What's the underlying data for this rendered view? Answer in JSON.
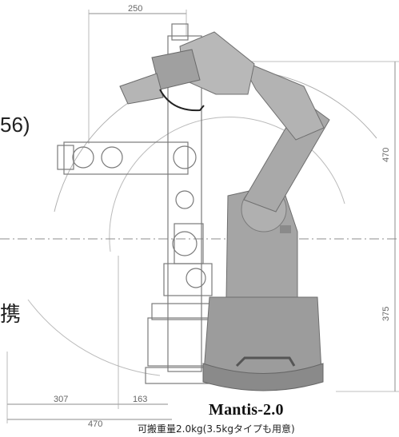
{
  "dimensions": {
    "top_width": "250",
    "upper_height": "470",
    "lower_height": "375",
    "reach_left": "307",
    "base_half": "163",
    "total_bottom": "470"
  },
  "captions": {
    "model": "Mantis-2.0",
    "subtitle": "可搬重量2.0kg(3.5kgタイプも用意)"
  },
  "side_fragments": {
    "left_upper": "56)",
    "left_lower": "携"
  },
  "colors": {
    "robot_body": "#9a9a9a",
    "robot_shadow": "#7f7f7f",
    "drawing_line": "#8c8c8c"
  }
}
